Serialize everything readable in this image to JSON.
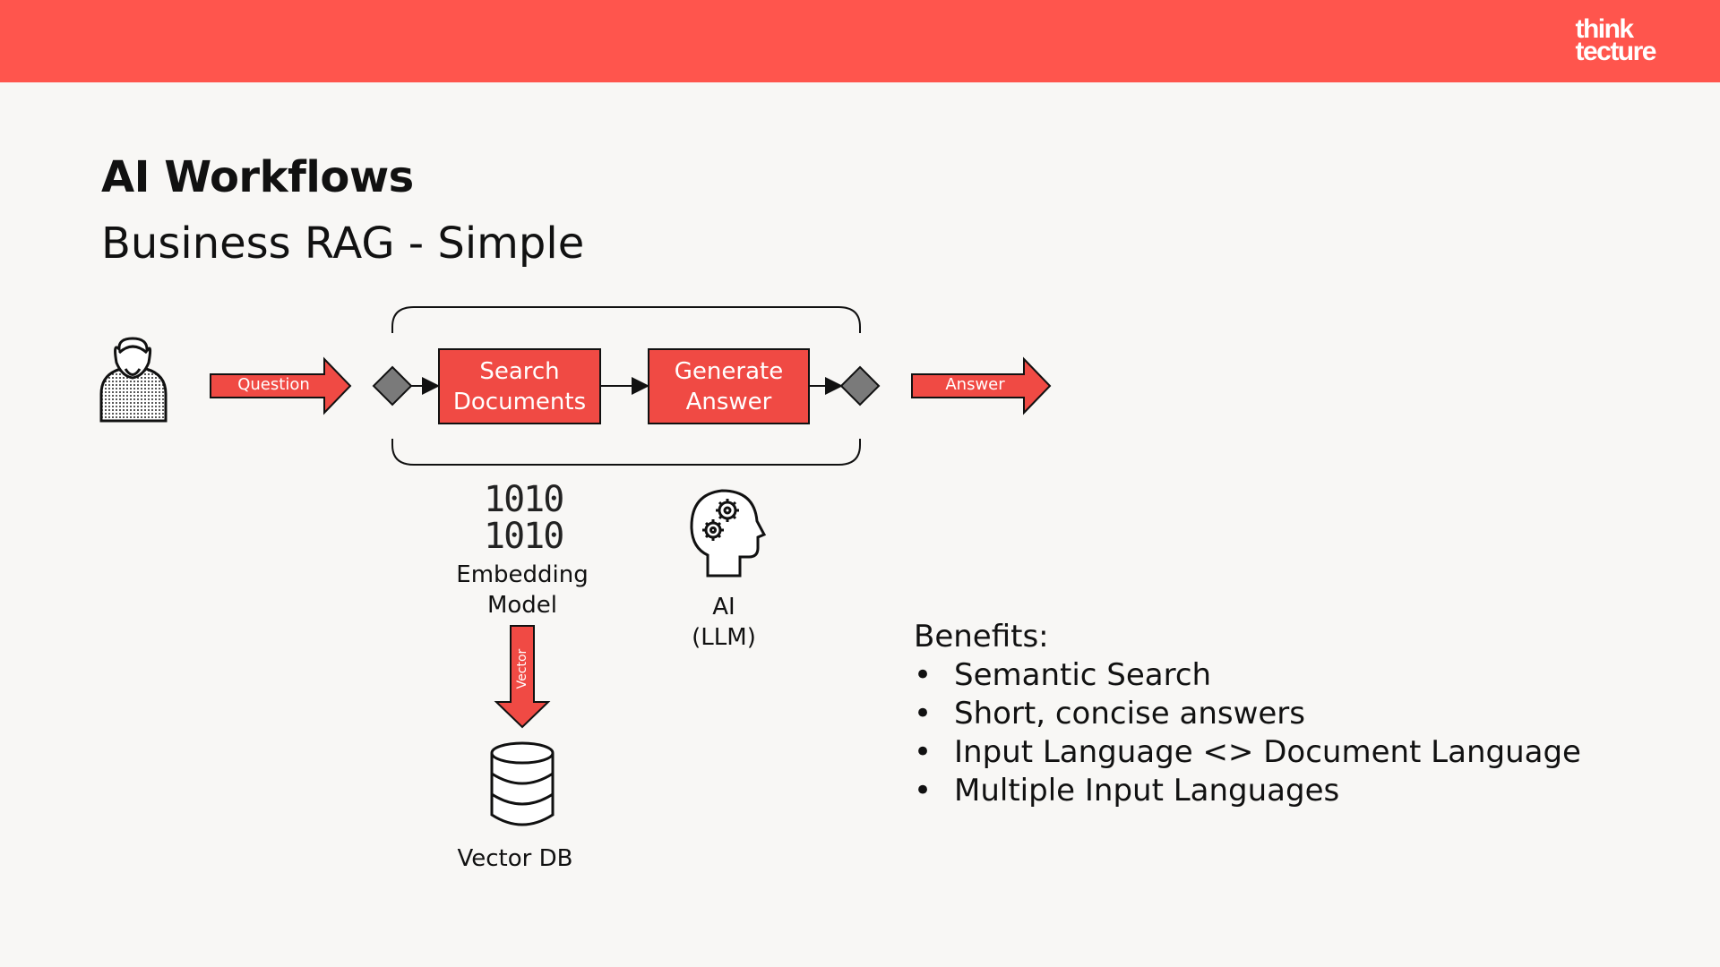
{
  "header": {
    "brand_color": "#ff554d",
    "logo_line1": "think",
    "logo_line2": "tecture"
  },
  "slide": {
    "title": "AI Workflows",
    "subtitle": "Business RAG - Simple"
  },
  "diagram": {
    "user_icon": "person-icon",
    "question_label": "Question",
    "answer_label": "Answer",
    "search_box": {
      "line1": "Search",
      "line2": "Documents"
    },
    "generate_box": {
      "line1": "Generate",
      "line2": "Answer"
    },
    "binary_line1": "1010",
    "binary_line2": "1010",
    "embedding_line1": "Embedding",
    "embedding_line2": "Model",
    "vector_label": "Vector",
    "vector_db_label": "Vector DB",
    "ai_line1": "AI",
    "ai_line2": "(LLM)",
    "ai_icon": "brain-gears-icon",
    "db_icon": "database-icon",
    "accent_color": "#f04a44",
    "gateway_color": "#7a7a7a"
  },
  "benefits": {
    "heading": "Benefits:",
    "bullet": "•",
    "items": [
      "Semantic Search",
      "Short, concise answers",
      "Input Language <> Document Language",
      "Multiple Input Languages"
    ]
  }
}
